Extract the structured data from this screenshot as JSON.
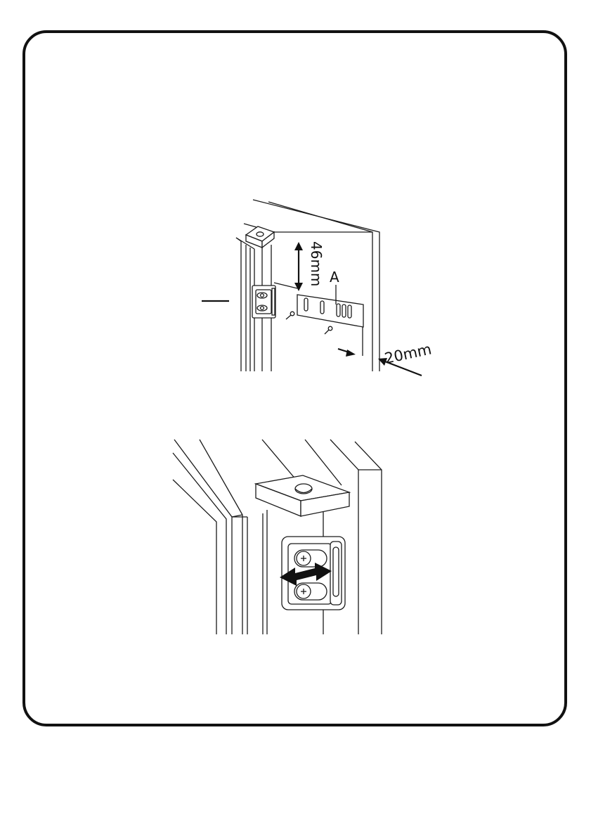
{
  "labels": {
    "height_dimension": "46mm",
    "part_a": "A",
    "offset_dimension": "20mm"
  },
  "colors": {
    "line": "#1a1a1a",
    "frame_border": "#111111",
    "background": "#ffffff",
    "arrow_fill": "#111111"
  },
  "icons": {
    "adjust_arrow": "double-headed-arrow-icon",
    "screw": "screw-icon"
  }
}
